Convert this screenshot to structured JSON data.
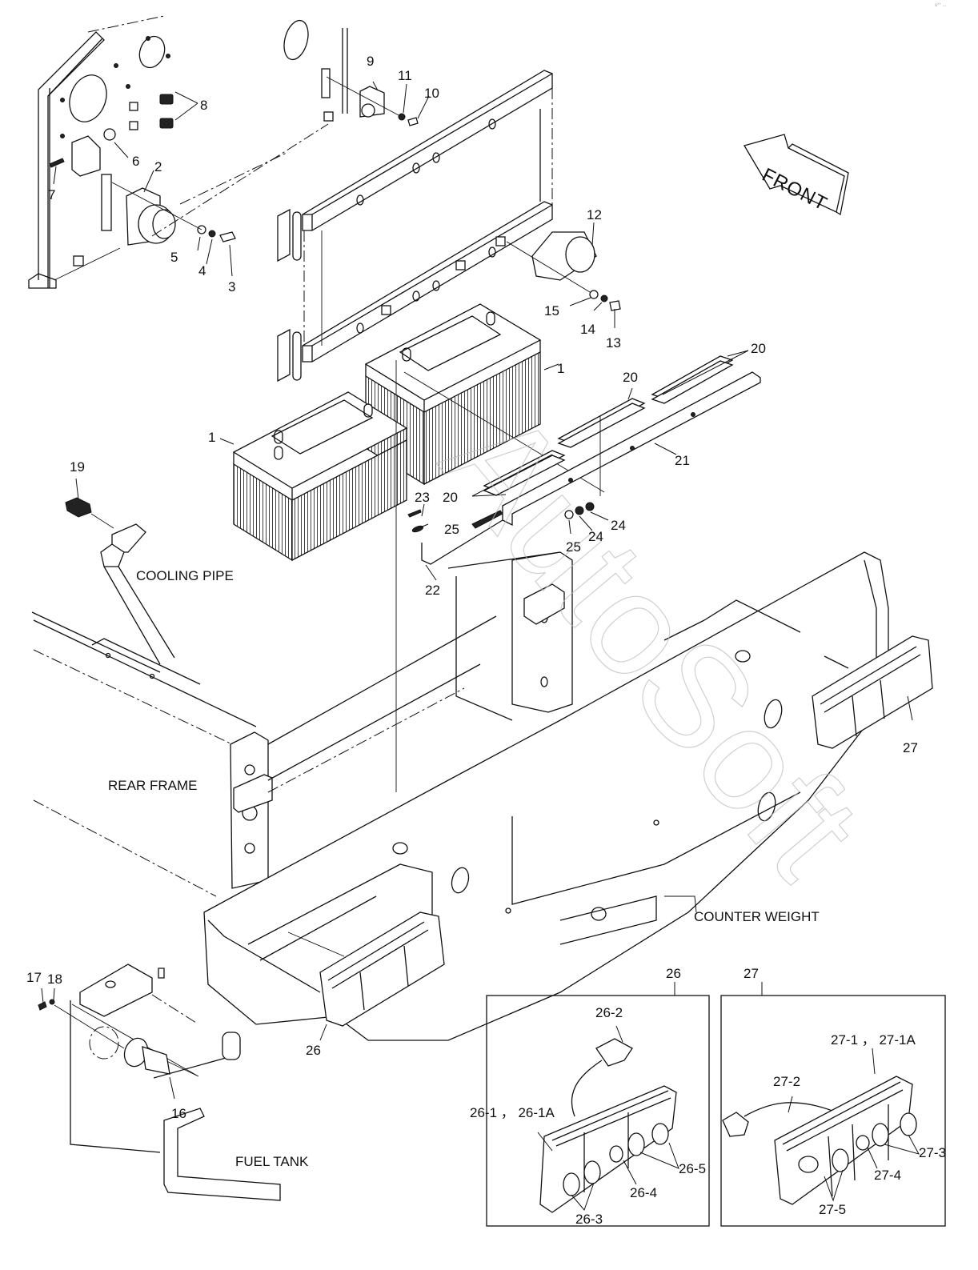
{
  "diagram": {
    "title": "Battery, horn, lamps and counterweight parts arrangement",
    "orientation_arrow": {
      "label": "FRONT",
      "icon": "front-arrow-icon"
    },
    "area_labels": {
      "cooling_pipe": "COOLING PIPE",
      "rear_frame": "REAR FRAME",
      "counter_weight": "COUNTER WEIGHT",
      "fuel_tank": "FUEL TANK"
    },
    "callouts": [
      {
        "id": "c1a",
        "text": "1"
      },
      {
        "id": "c1b",
        "text": "1"
      },
      {
        "id": "c2",
        "text": "2"
      },
      {
        "id": "c3",
        "text": "3"
      },
      {
        "id": "c4",
        "text": "4"
      },
      {
        "id": "c5",
        "text": "5"
      },
      {
        "id": "c6",
        "text": "6"
      },
      {
        "id": "c7",
        "text": "7"
      },
      {
        "id": "c8",
        "text": "8"
      },
      {
        "id": "c9",
        "text": "9"
      },
      {
        "id": "c10",
        "text": "10"
      },
      {
        "id": "c11",
        "text": "11"
      },
      {
        "id": "c12",
        "text": "12"
      },
      {
        "id": "c13",
        "text": "13"
      },
      {
        "id": "c14",
        "text": "14"
      },
      {
        "id": "c15",
        "text": "15"
      },
      {
        "id": "c16",
        "text": "16"
      },
      {
        "id": "c17",
        "text": "17"
      },
      {
        "id": "c18",
        "text": "18"
      },
      {
        "id": "c19",
        "text": "19"
      },
      {
        "id": "c20a",
        "text": "20"
      },
      {
        "id": "c20b",
        "text": "20"
      },
      {
        "id": "c20c",
        "text": "20"
      },
      {
        "id": "c21",
        "text": "21"
      },
      {
        "id": "c22",
        "text": "22"
      },
      {
        "id": "c23",
        "text": "23"
      },
      {
        "id": "c24a",
        "text": "24"
      },
      {
        "id": "c24b",
        "text": "24"
      },
      {
        "id": "c25a",
        "text": "25"
      },
      {
        "id": "c25b",
        "text": "25"
      },
      {
        "id": "c26",
        "text": "26"
      },
      {
        "id": "c27",
        "text": "27"
      }
    ],
    "detail_26": {
      "header": "26",
      "labels": [
        "26-2",
        "26-1 ， 26-1A",
        "26-5",
        "26-4",
        "26-3"
      ]
    },
    "detail_27": {
      "header": "27",
      "labels": [
        "27-1 ， 27-1A",
        "27-2",
        "27-3",
        "27-4",
        "27-5"
      ]
    },
    "watermark_text": "AutoSoft",
    "corner_mark": "s°° ..."
  }
}
